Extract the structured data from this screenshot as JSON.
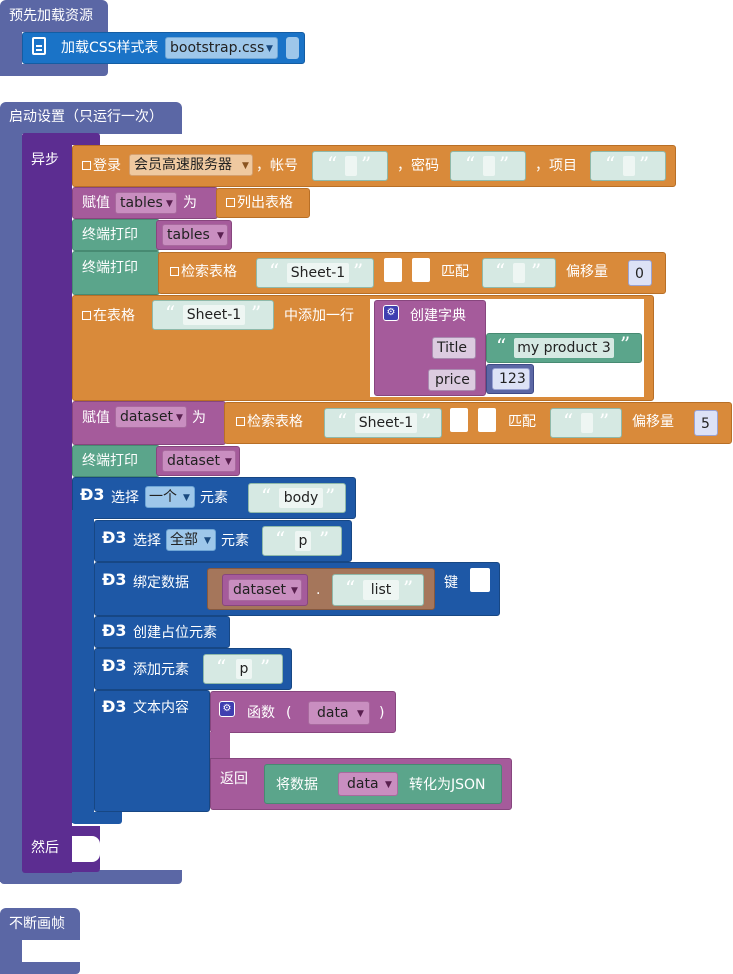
{
  "blocks": {
    "preload": {
      "title": "预先加载资源",
      "load_css_label": "加载CSS样式表",
      "css_file": "bootstrap.css"
    },
    "startup": {
      "title": "启动设置（只运行一次）",
      "async_label": "异步",
      "then_label": "然后",
      "login": {
        "label": "登录",
        "server": "会员高速服务器",
        "account_label": "，帐号",
        "password_label": "，密码",
        "project_label": "，项目"
      },
      "assign_tables": {
        "label": "赋值",
        "var": "tables",
        "as": "为",
        "list_tables": "列出表格"
      },
      "print_tables": {
        "label": "终端打印",
        "var": "tables"
      },
      "print_search": {
        "label": "终端打印",
        "search_label": "检索表格",
        "sheet": "Sheet-1",
        "match_label": "匹配",
        "offset_label": "偏移量",
        "offset": "0"
      },
      "add_row": {
        "in_table": "在表格",
        "sheet": "Sheet-1",
        "add_row_label": "中添加一行",
        "create_dict": "创建字典",
        "key1": "Title",
        "val1": "my product 3",
        "key2": "price",
        "val2": "123"
      },
      "assign_dataset": {
        "label": "赋值",
        "var": "dataset",
        "as": "为",
        "search_label": "检索表格",
        "sheet": "Sheet-1",
        "match_label": "匹配",
        "offset_label": "偏移量",
        "offset": "5"
      },
      "print_dataset": {
        "label": "终端打印",
        "var": "dataset"
      },
      "d3": {
        "select_label": "选择",
        "select_mode": "一个",
        "element_label": "元素",
        "select_value": "body",
        "select_all_label": "选择",
        "select_all_mode": "全部",
        "select_all_value": "p",
        "bind_label": "绑定数据",
        "bind_var": "dataset",
        "bind_dot": ".",
        "bind_key": "list",
        "key_label": "键",
        "enter_label": "创建占位元素",
        "append_label": "添加元素",
        "append_value": "p",
        "text_label": "文本内容",
        "func_label": "函数",
        "func_open": "(",
        "func_var": "data",
        "func_close": ")",
        "return_label": "返回",
        "to_json_label": "将数据",
        "to_json_var": "data",
        "to_json_suffix": "转化为JSON"
      }
    },
    "draw_loop": {
      "title": "不断画帧"
    }
  }
}
